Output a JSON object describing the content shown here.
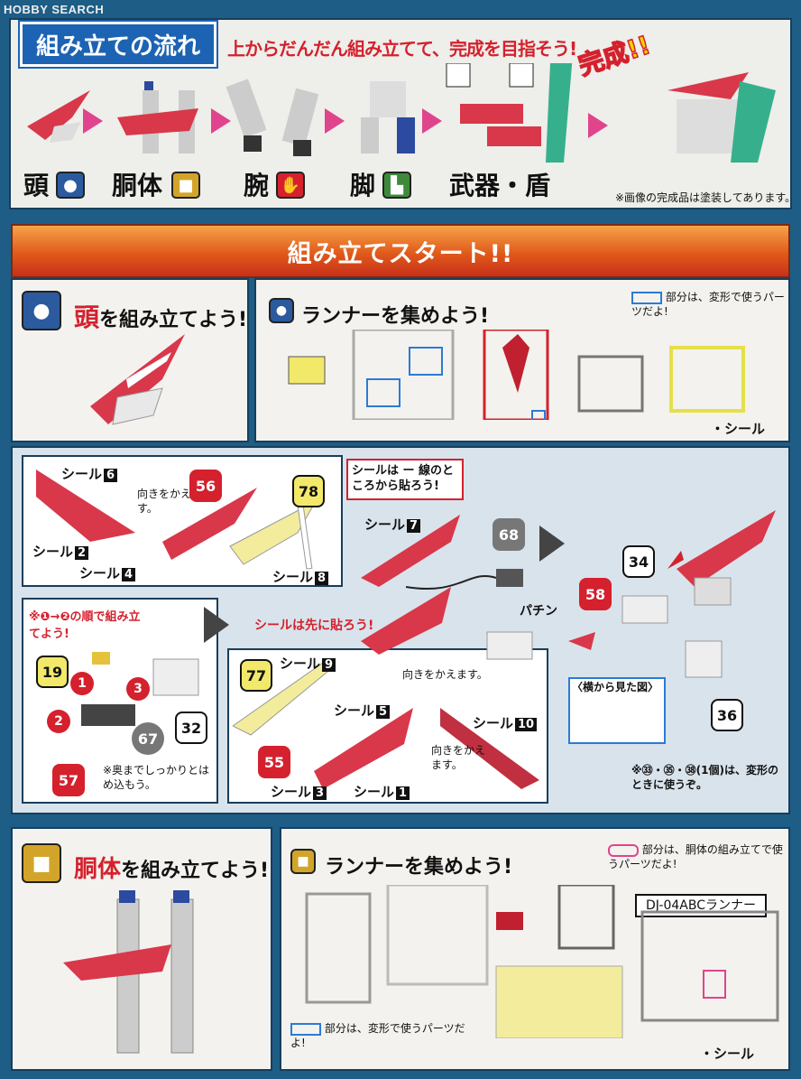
{
  "watermark": "HOBBY SEARCH",
  "flow": {
    "title": "組み立ての流れ",
    "subtitle": "上からだんだん組み立てて、完成を目指そう!",
    "kansei": "完成!!",
    "steps": [
      {
        "label": "頭",
        "icon": "head-icon",
        "color": "#2b5a9e"
      },
      {
        "label": "胴体",
        "icon": "torso-icon",
        "color": "#d2a52a"
      },
      {
        "label": "腕",
        "icon": "arm-icon",
        "color": "#d4212d"
      },
      {
        "label": "脚",
        "icon": "leg-icon",
        "color": "#3e8a3a"
      },
      {
        "label": "武器・盾",
        "icon": "weapon-icon",
        "color": "#333333"
      }
    ],
    "note": "※画像の完成品は塗装してあります。"
  },
  "start_banner": "組み立てスタート!!",
  "head_section": {
    "title_red": "頭",
    "title_rest": "を組み立てよう!",
    "runner_title": "ランナーを集めよう!",
    "runner_note": "部分は、変形で使うパーツだよ!",
    "seal_label": "・シール"
  },
  "head_steps": {
    "seal_tip": "シールは ー 線のところから貼ろう!",
    "seal_first": "シールは先に貼ろう!",
    "order_note": "※❶→❷の順で組み立てよう!",
    "rotate": "向きをかえます。",
    "pachin": "パチン",
    "side_view": "〈横から見た図〉",
    "press_note": "※奥までしっかりとはめ込もう。",
    "transform_note": "※㉝・㉟・㊳(1個)は、変形のときに使うぞ。",
    "seal": "シール",
    "seals": [
      "6",
      "2",
      "4",
      "8",
      "7",
      "9",
      "5",
      "3",
      "1",
      "10"
    ],
    "parts": [
      "56",
      "78",
      "68",
      "34",
      "58",
      "36",
      "19",
      "1",
      "2",
      "3",
      "67",
      "32",
      "57",
      "77",
      "55"
    ]
  },
  "torso_section": {
    "title_red": "胴体",
    "title_rest": "を組み立てよう!",
    "runner_title": "ランナーを集めよう!",
    "runner_note": "部分は、胴体の組み立てで使うパーツだよ!",
    "runner_name": "DJ-04ABCランナー",
    "bottom_note": "部分は、変形で使うパーツだよ!",
    "seal_label": "・シール"
  }
}
